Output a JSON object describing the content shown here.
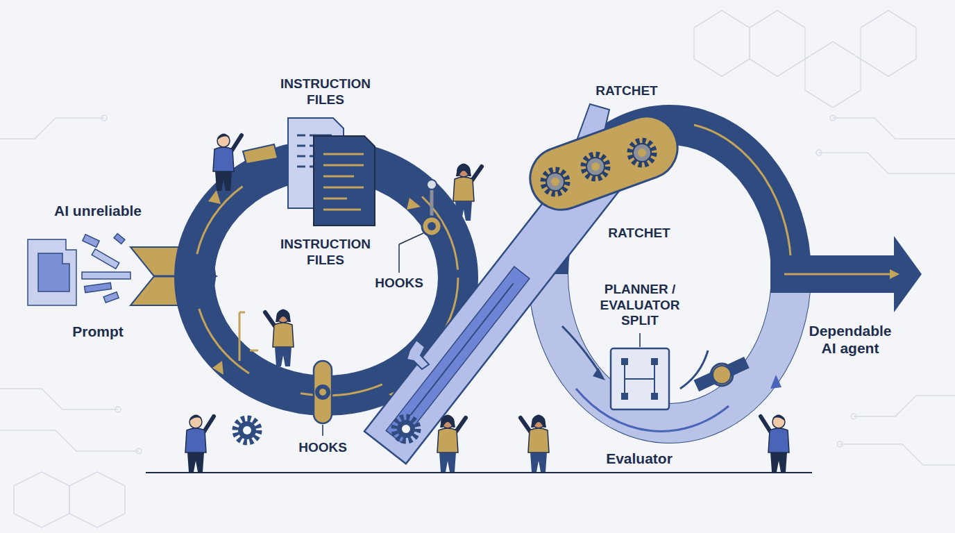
{
  "diagram": {
    "labels": [
      "INSTRUCTION FILES",
      "RATCHET",
      "AI unreliable",
      "INSTRUCTION FILES",
      "HOOKS",
      "RATCHET",
      "PLANNER / EVALUATOR SPLIT",
      "Prompt",
      "Dependable AI agent",
      "HOOKS",
      "Evaluator"
    ]
  }
}
